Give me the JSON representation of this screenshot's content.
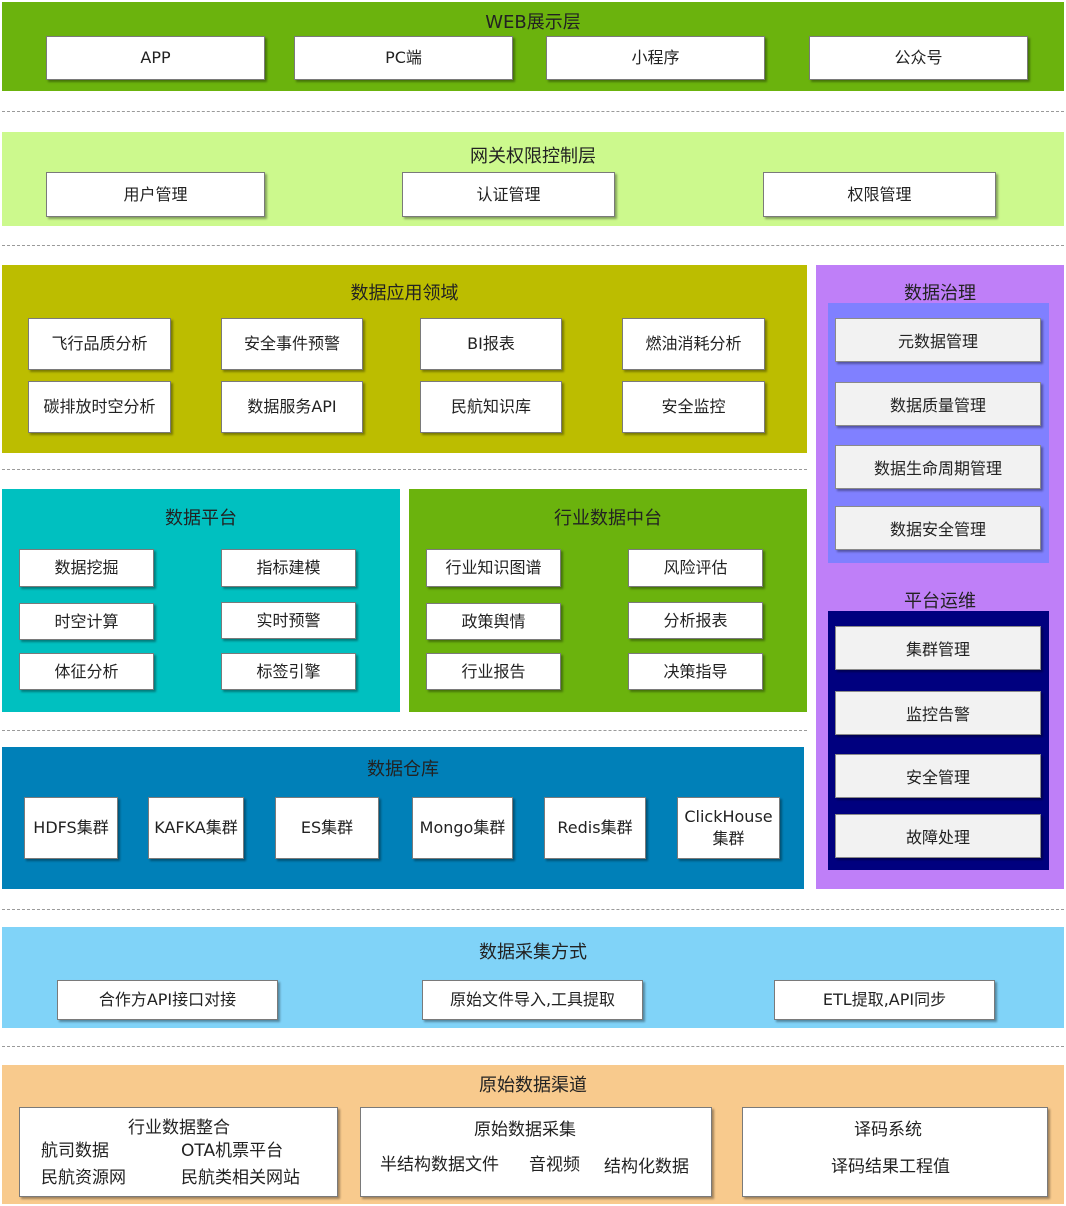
{
  "web": {
    "title": "WEB展示层",
    "items": [
      "APP",
      "PC端",
      "小程序",
      "公众号"
    ]
  },
  "gateway": {
    "title": "网关权限控制层",
    "items": [
      "用户管理",
      "认证管理",
      "权限管理"
    ]
  },
  "app_domain": {
    "title": "数据应用领域",
    "items": [
      "飞行品质分析",
      "安全事件预警",
      "BI报表",
      "燃油消耗分析",
      "碳排放时空分析",
      "数据服务API",
      "民航知识库",
      "安全监控"
    ]
  },
  "data_platform": {
    "title": "数据平台",
    "items": [
      "数据挖掘",
      "指标建模",
      "时空计算",
      "实时预警",
      "体征分析",
      "标签引擎"
    ]
  },
  "industry_center": {
    "title": "行业数据中台",
    "items": [
      "行业知识图谱",
      "风险评估",
      "政策舆情",
      "分析报表",
      "行业报告",
      "决策指导"
    ]
  },
  "warehouse": {
    "title": "数据仓库",
    "items": [
      "HDFS集群",
      "KAFKA集群",
      "ES集群",
      "Mongo集群",
      "Redis集群",
      "ClickHouse",
      "集群"
    ]
  },
  "governance": {
    "title": "数据治理",
    "items": [
      "元数据管理",
      "数据质量管理",
      "数据生命周期管理",
      "数据安全管理"
    ]
  },
  "ops": {
    "title": "平台运维",
    "items": [
      "集群管理",
      "监控告警",
      "安全管理",
      "故障处理"
    ]
  },
  "collection": {
    "title": "数据采集方式",
    "items": [
      "合作方API接口对接",
      "原始文件导入,工具提取",
      "ETL提取,API同步"
    ]
  },
  "raw": {
    "title": "原始数据渠道",
    "industry": {
      "title": "行业数据整合",
      "items": [
        "航司数据",
        "OTA机票平台",
        "民航资源网",
        "民航类相关网站"
      ]
    },
    "collect": {
      "title": "原始数据采集",
      "items": [
        "半结构数据文件",
        "音视频",
        "结构化数据"
      ]
    },
    "decode": {
      "title": "译码系统",
      "items": [
        "译码结果工程值"
      ]
    }
  },
  "colors": {
    "web": "#6bb30d",
    "gateway": "#ccf98d",
    "app_domain": "#bcbd00",
    "data_platform": "#00c0c0",
    "industry_center": "#6bb30d",
    "warehouse": "#0080b8",
    "governance_outer": "#bf7ff8",
    "governance_inner": "#8080ff",
    "ops_inner": "#00007f",
    "collection": "#80d3f8",
    "raw": "#f8ca8d"
  }
}
